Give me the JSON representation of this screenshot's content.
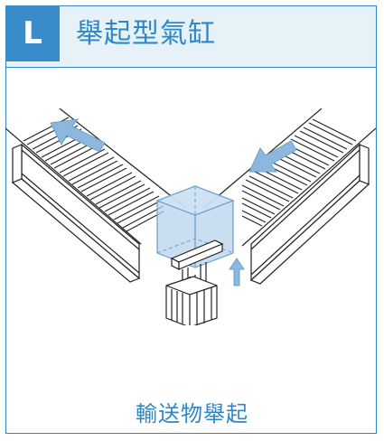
{
  "badge": {
    "letter": "L"
  },
  "title": "舉起型氣缸",
  "caption": "輸送物舉起",
  "colors": {
    "accent": "#2f87c8",
    "header_bg": "#e6f1f8",
    "arrow": "#8db8de",
    "cube_fill": "#b7d3ec",
    "outline": "#222222"
  },
  "icons": [
    "arrow-up-left-icon",
    "arrow-down-left-icon",
    "arrow-up-icon",
    "cube-icon",
    "cylinder-icon"
  ]
}
